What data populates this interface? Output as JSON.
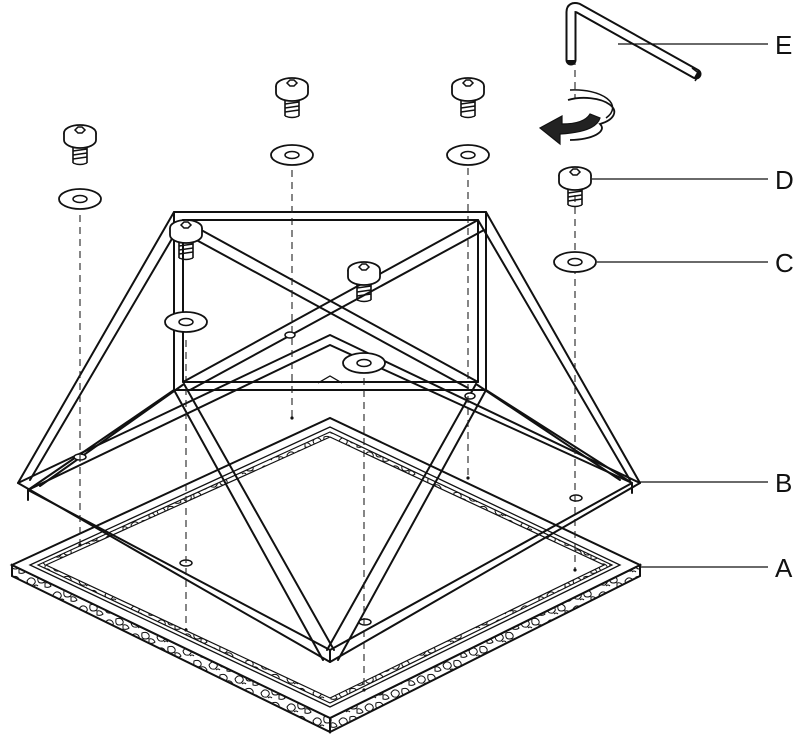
{
  "diagram": {
    "parts": [
      {
        "id": "part-a",
        "label": "A",
        "depicts": "slab"
      },
      {
        "id": "part-b",
        "label": "B",
        "depicts": "frame"
      },
      {
        "id": "part-c",
        "label": "C",
        "depicts": "washer"
      },
      {
        "id": "part-d",
        "label": "D",
        "depicts": "screw"
      },
      {
        "id": "part-e",
        "label": "E",
        "depicts": "hex-key"
      }
    ],
    "rotation_arrow_icon": "rotate-clockwise-arrow-icon",
    "colors": {
      "line": "#111111",
      "background": "#ffffff",
      "arrow": "#222222"
    }
  }
}
